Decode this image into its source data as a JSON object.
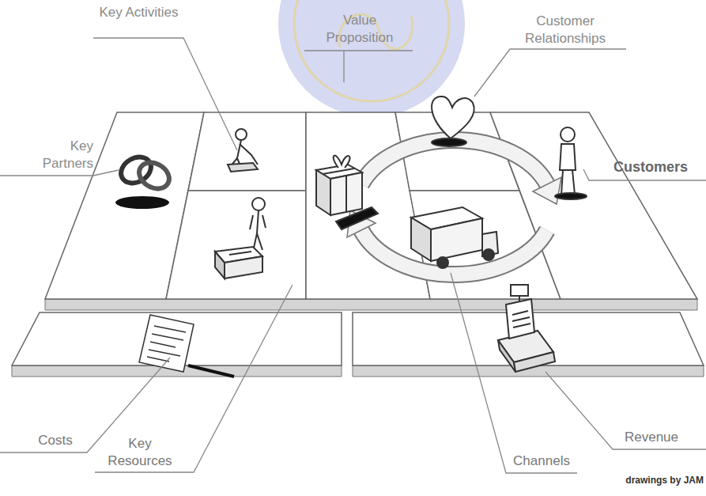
{
  "diagram": {
    "labels": [
      "Key Activities",
      "Value Proposition",
      "Customer Relationships",
      "Key Partners",
      "Customers",
      "Costs",
      "Key Resources",
      "Channels",
      "Revenue",
      "drawings by JAM"
    ]
  }
}
